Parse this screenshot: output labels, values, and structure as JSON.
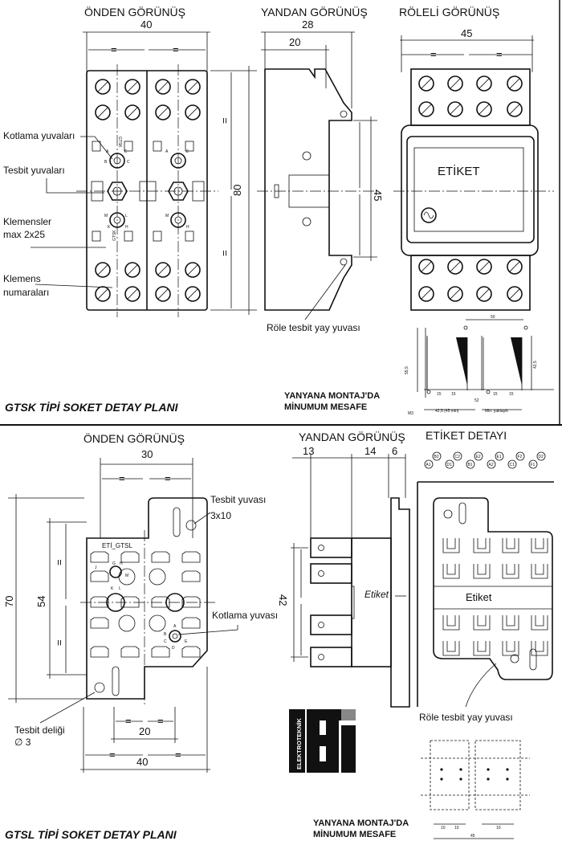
{
  "top": {
    "views": {
      "front": "ÖNDEN GÖRÜNÜŞ",
      "side": "YANDAN GÖRÜNÜŞ",
      "relay": "RÖLELİ GÖRÜNÜŞ"
    },
    "dims": {
      "front_width": "40",
      "front_height": "80",
      "side_width": "28",
      "side_inner": "20",
      "side_height": "45",
      "relay_width": "45"
    },
    "callouts": {
      "kotlama": "Kotlama yuvaları",
      "tesbit": "Tesbit yuvaları",
      "klemensler_1": "Klemensler",
      "klemensler_2": "max 2x25",
      "klemens_num_1": "Klemens",
      "klemens_num_2": "numaraları",
      "role_tesbit": "Röle tesbit yay yuvası"
    },
    "relay_label": "ETİKET",
    "title": "GTSK TİPİ SOKET DETAY PLANI",
    "min_1": "YANYANA MONTAJ'DA",
    "min_2": "MİNUMUM MESAFE",
    "mini_dims": {
      "top": "50",
      "left": "55,5",
      "right": "42,5",
      "left_15a": "15",
      "left_15b": "15",
      "right_15a": "15",
      "right_15b": "15",
      "mid": "52",
      "bottom_left": "42,5 (45 min)",
      "bottom_right": "Min. yaklaşık",
      "m3": "M3"
    },
    "letters": {
      "a": "A",
      "b": "B",
      "c": "C",
      "d": "D",
      "e": "E",
      "k": "K",
      "l": "L",
      "m": "M",
      "h": "H"
    },
    "gtsk_mark": "GTSK"
  },
  "bottom": {
    "views": {
      "front": "ÖNDEN GÖRÜNÜŞ",
      "side": "YANDAN GÖRÜNÜŞ",
      "label": "ETİKET DETAYI"
    },
    "dims": {
      "width_30": "30",
      "height_70": "70",
      "height_54": "54",
      "width_20": "20",
      "width_40": "40",
      "side_13": "13",
      "side_14": "14",
      "side_6": "6",
      "side_42": "42"
    },
    "callouts": {
      "tesbit_yuvasi_1": "Tesbit yuvası",
      "tesbit_yuvasi_2": "3x10",
      "kotlama": "Kotlama yuvası",
      "tesbit_deligi_1": "Tesbit deliği",
      "tesbit_deligi_2": "∅ 3",
      "role_tesbit": "Röle tesbit yay yuvası"
    },
    "gtsl_mark": "ETİ_GTSL",
    "side_etiket": "Etiket",
    "label_etiket": "Etiket",
    "title": "GTSL TİPİ SOKET DETAY PLANI",
    "min_1": "YANYANA MONTAJ'DA",
    "min_2": "MİNUMUM MESAFE",
    "badges": [
      "B2",
      "A1",
      "C2",
      "D1",
      "E2",
      "B1",
      "E1",
      "A2",
      "F2",
      "C1",
      "D2",
      "F1"
    ],
    "letters": {
      "a": "A",
      "b": "B",
      "c": "C",
      "d": "D",
      "e": "E",
      "g": "G",
      "h": "H",
      "j": "J",
      "k": "K",
      "l": "L",
      "m": "M"
    },
    "mini_dims": {
      "d10a": "10",
      "d10b": "10",
      "d45": "45",
      "d10c": "10"
    }
  },
  "logo": {
    "word": "ELEKTROTEKNİK",
    "mark": "ETİ"
  }
}
